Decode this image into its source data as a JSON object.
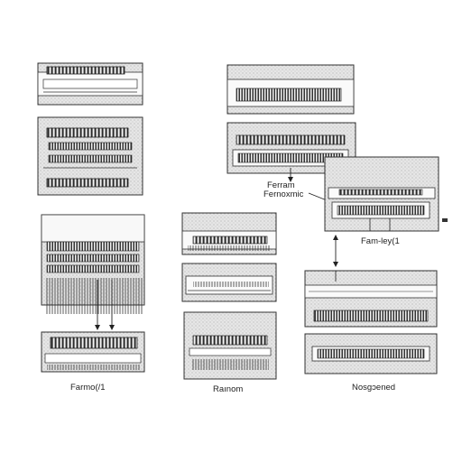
{
  "labels": {
    "ferram": "Ferram",
    "fernoxmic": "Fernoxmic",
    "family": "Fam-ley(1",
    "farmo": "Farmo(/1",
    "random": "Raınom",
    "nosgened": "Nosgɔened"
  },
  "colors": {
    "panel_fill": "#e4e4e4",
    "stroke": "#333333",
    "pin": "#2a2a2a",
    "background": "#ffffff"
  }
}
